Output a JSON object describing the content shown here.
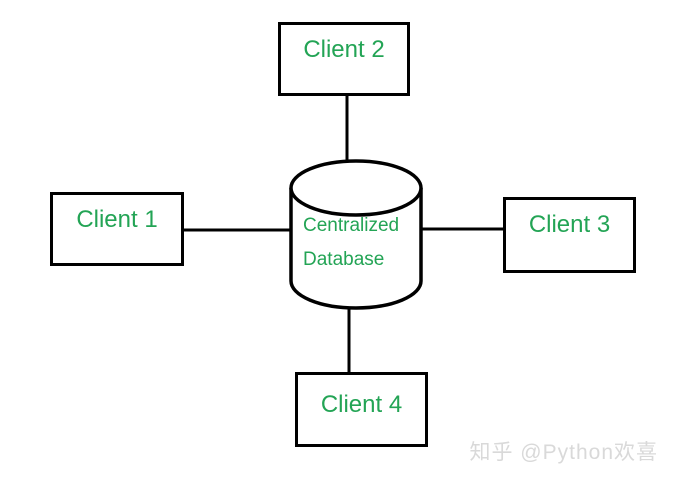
{
  "diagram": {
    "type": "centralized-database-topology",
    "nodes": {
      "client1": {
        "label": "Client 1",
        "shape": "rectangle",
        "position": "left"
      },
      "client2": {
        "label": "Client 2",
        "shape": "rectangle",
        "position": "top"
      },
      "client3": {
        "label": "Client 3",
        "shape": "rectangle",
        "position": "right"
      },
      "client4": {
        "label": "Client 4",
        "shape": "rectangle",
        "position": "bottom"
      },
      "database": {
        "label": "Centralized Database",
        "shape": "cylinder",
        "position": "center"
      }
    },
    "edges": [
      {
        "from": "client1",
        "to": "database"
      },
      {
        "from": "client2",
        "to": "database"
      },
      {
        "from": "client3",
        "to": "database"
      },
      {
        "from": "client4",
        "to": "database"
      }
    ],
    "colors": {
      "label_text": "#23a455",
      "outline": "#000000",
      "background": "#ffffff"
    }
  },
  "watermark": {
    "text": "知乎 @Python欢喜",
    "color": "#d9d9d9"
  }
}
